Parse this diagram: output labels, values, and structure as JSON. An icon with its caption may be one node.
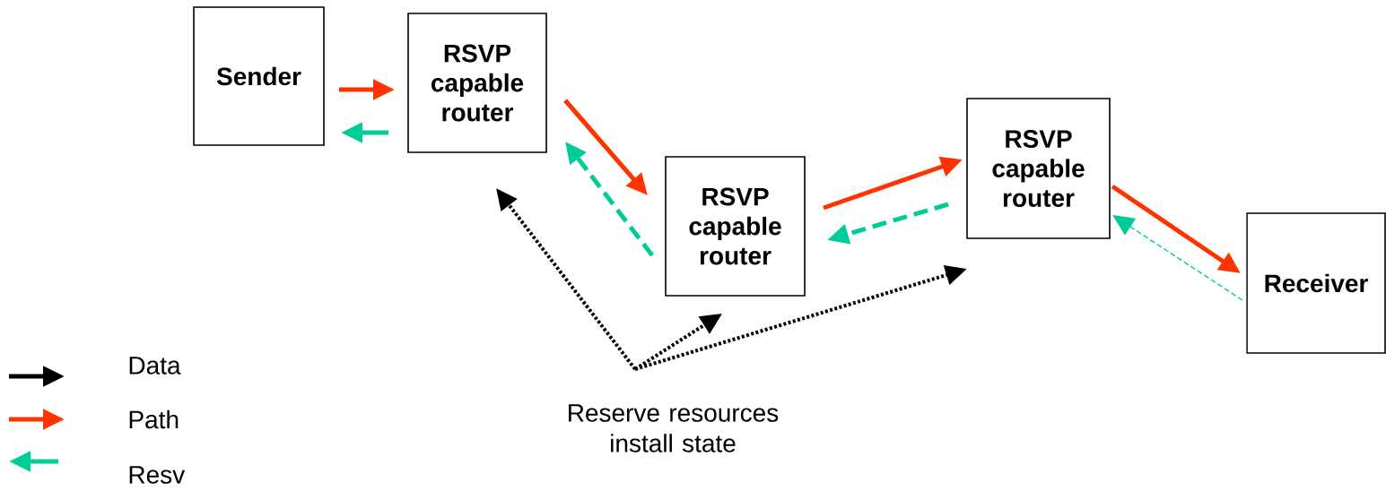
{
  "diagram": {
    "nodes": [
      {
        "text": [
          "Sender"
        ]
      },
      {
        "text": [
          "RSVP capable router"
        ]
      },
      {
        "text": [
          "RSVP capable router"
        ]
      },
      {
        "text": [
          "RSVP capable router"
        ]
      },
      {
        "text": [
          "Receiver"
        ]
      },
      {
        "text": [
          "Reserve resources install state"
        ]
      }
    ],
    "edges": [
      {
        "from": 0,
        "to": 1,
        "arrow": "to"
      },
      {
        "from": 1,
        "to": 0,
        "arrow": "to",
        "color": "#00cc99"
      },
      {
        "from": 1,
        "to": 2,
        "arrow": "to"
      },
      {
        "from": 2,
        "to": 1,
        "arrow": "to",
        "style": "dashed",
        "color": "#00cc99"
      },
      {
        "from": 2,
        "to": 3,
        "arrow": "to"
      },
      {
        "from": 3,
        "to": 2,
        "arrow": "to",
        "style": "dashed",
        "color": "#00cc99"
      },
      {
        "from": 3,
        "to": 4,
        "arrow": "to"
      },
      {
        "from": 4,
        "to": 3,
        "arrow": "to",
        "style": "dashed",
        "color": "#00cc99"
      },
      {
        "from": 5,
        "to": 1,
        "arrow": "to",
        "style": "dashed",
        "color": "#000000"
      },
      {
        "from": 5,
        "to": 2,
        "arrow": "to",
        "style": "dashed",
        "color": "#000000"
      },
      {
        "from": 5,
        "to": 3,
        "arrow": "to",
        "style": "dashed",
        "color": "#000000"
      }
    ],
    "legend": [
      {
        "text": "Data"
      },
      {
        "text": "Path"
      },
      {
        "text": "Resv"
      }
    ]
  }
}
